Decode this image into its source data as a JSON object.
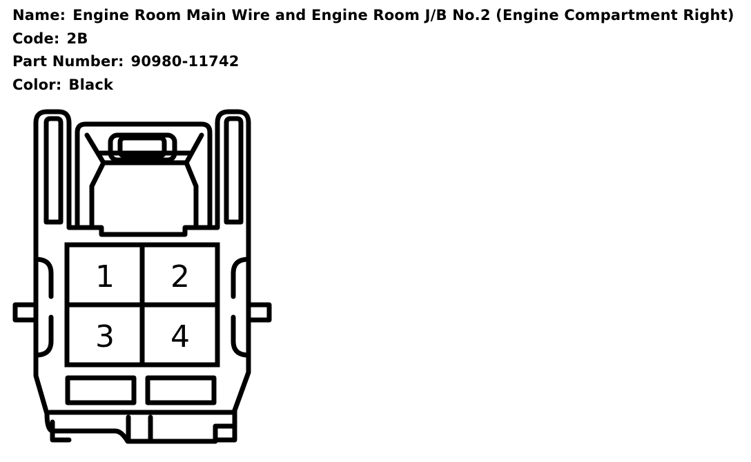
{
  "fields": [
    {
      "label": "Name:",
      "value": "Engine Room Main Wire and Engine Room J/B No.2 (Engine Compartment Right)"
    },
    {
      "label": "Code:",
      "value": "2B"
    },
    {
      "label": "Part Number:",
      "value": "90980-11742"
    },
    {
      "label": "Color:",
      "value": "Black"
    }
  ],
  "connector": {
    "pins": [
      "1",
      "2",
      "3",
      "4"
    ]
  }
}
